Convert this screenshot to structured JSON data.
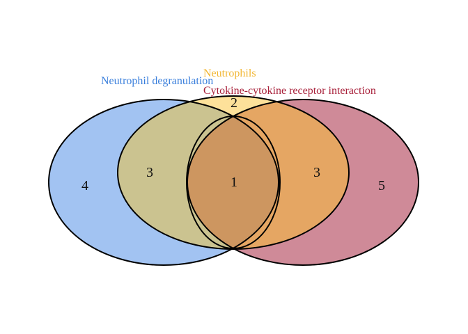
{
  "diagram": {
    "type": "venn",
    "sets": [
      {
        "key": "degranulation",
        "name": "Neutrophil degranulation",
        "color": "#3a7fdc"
      },
      {
        "key": "neutrophils",
        "name": "Neutrophils",
        "color": "#f2b632"
      },
      {
        "key": "cytokine",
        "name": "Cytokine-cytokine receptor interaction",
        "color": "#a8203a"
      }
    ],
    "fills": {
      "degranulation": "#a2c3f2",
      "neutrophils": "#fde19a",
      "cytokine": "#cf8a98",
      "degranulation_neutrophils": "#cbc390",
      "neutrophils_cytokine": "#e5a663",
      "all": "#cd9660"
    },
    "outline_color": "#000000",
    "regions": {
      "degranulation_only": "4",
      "neutrophils_only": "2",
      "cytokine_only": "5",
      "degranulation_neutrophils": "3",
      "neutrophils_cytokine": "3",
      "all": "1"
    }
  }
}
